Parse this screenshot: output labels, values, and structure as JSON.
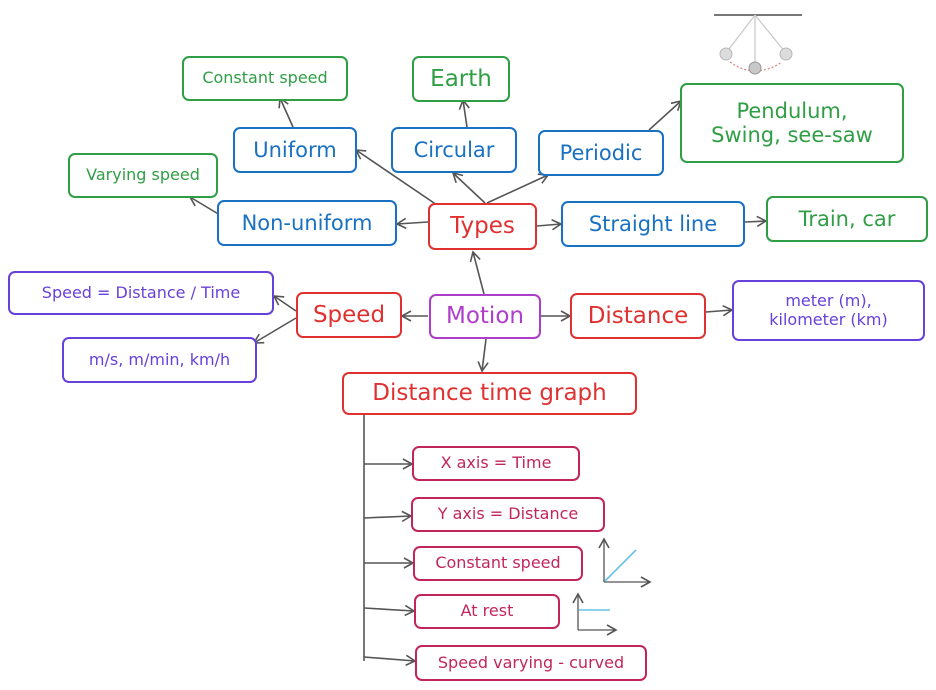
{
  "colors": {
    "core": "#e03131",
    "type": "#1971c2",
    "example": "#2f9e44",
    "unit": "#6741d9",
    "root": "#ae3ec9",
    "graph": "#c2255c",
    "arrow": "#555555",
    "mini_graph": "#66c2e6"
  },
  "nodes": {
    "motion": "Motion",
    "types": "Types",
    "speed": "Speed",
    "distance": "Distance",
    "distance_time_graph": "Distance time graph",
    "uniform": "Uniform",
    "circular": "Circular",
    "periodic": "Periodic",
    "non_uniform": "Non-uniform",
    "straight_line": "Straight line",
    "constant_speed": "Constant speed",
    "earth": "Earth",
    "pendulum_line1": "Pendulum,",
    "pendulum_line2": "Swing, see-saw",
    "varying_speed": "Varying speed",
    "train_car": "Train, car",
    "speed_formula": "Speed = Distance / Time",
    "speed_units": "m/s, m/min, km/h",
    "distance_units_line1": "meter (m),",
    "distance_units_line2": "kilometer (km)",
    "x_axis": "X axis = Time",
    "y_axis": "Y axis = Distance",
    "graph_constant_speed": "Constant speed",
    "at_rest": "At rest",
    "speed_varying": "Speed varying - curved"
  },
  "icons": {
    "pendulum": "pendulum-icon",
    "constant_speed_graph": "rising-line-graph-icon",
    "at_rest_graph": "flat-line-graph-icon"
  }
}
